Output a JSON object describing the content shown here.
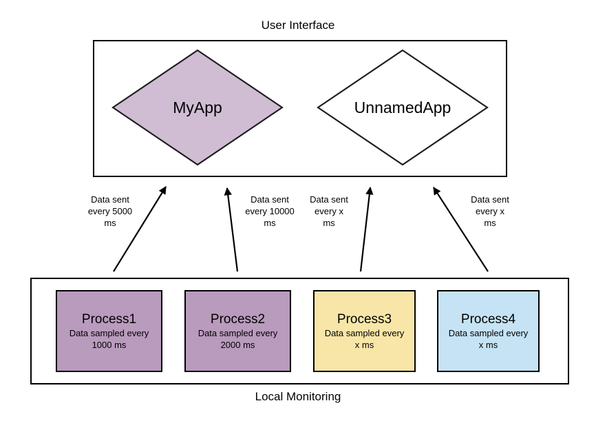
{
  "diagram": {
    "top_caption": "User Interface",
    "bottom_caption": "Local Monitoring"
  },
  "ui_layer": {
    "apps": [
      {
        "name": "MyApp",
        "fill": "#d0bdd4",
        "stroke": "#1f1f1f"
      },
      {
        "name": "UnnamedApp",
        "fill": "#ffffff",
        "stroke": "#1f1f1f"
      }
    ]
  },
  "edges": [
    {
      "line1": "Data sent",
      "line2": "every 5000",
      "line3": "ms"
    },
    {
      "line1": "Data sent",
      "line2": "every 10000",
      "line3": "ms"
    },
    {
      "line1": "Data sent",
      "line2": "every x",
      "line3": "ms"
    },
    {
      "line1": "Data sent",
      "line2": "every x",
      "line3": "ms"
    }
  ],
  "monitoring_layer": {
    "processes": [
      {
        "title": "Process1",
        "sub_line1": "Data sampled every",
        "sub_line2": "1000 ms",
        "fill": "#b99bbd"
      },
      {
        "title": "Process2",
        "sub_line1": "Data sampled every",
        "sub_line2": "2000 ms",
        "fill": "#b99bbd"
      },
      {
        "title": "Process3",
        "sub_line1": "Data sampled every",
        "sub_line2": "x ms",
        "fill": "#f8e6a8"
      },
      {
        "title": "Process4",
        "sub_line1": "Data sampled every",
        "sub_line2": "x ms",
        "fill": "#c5e3f4"
      }
    ]
  },
  "colors": {
    "stroke": "#000000",
    "background": "#ffffff",
    "purple_light": "#d0bdd4",
    "purple": "#b99bbd",
    "yellow": "#f8e6a8",
    "blue": "#c5e3f4"
  }
}
